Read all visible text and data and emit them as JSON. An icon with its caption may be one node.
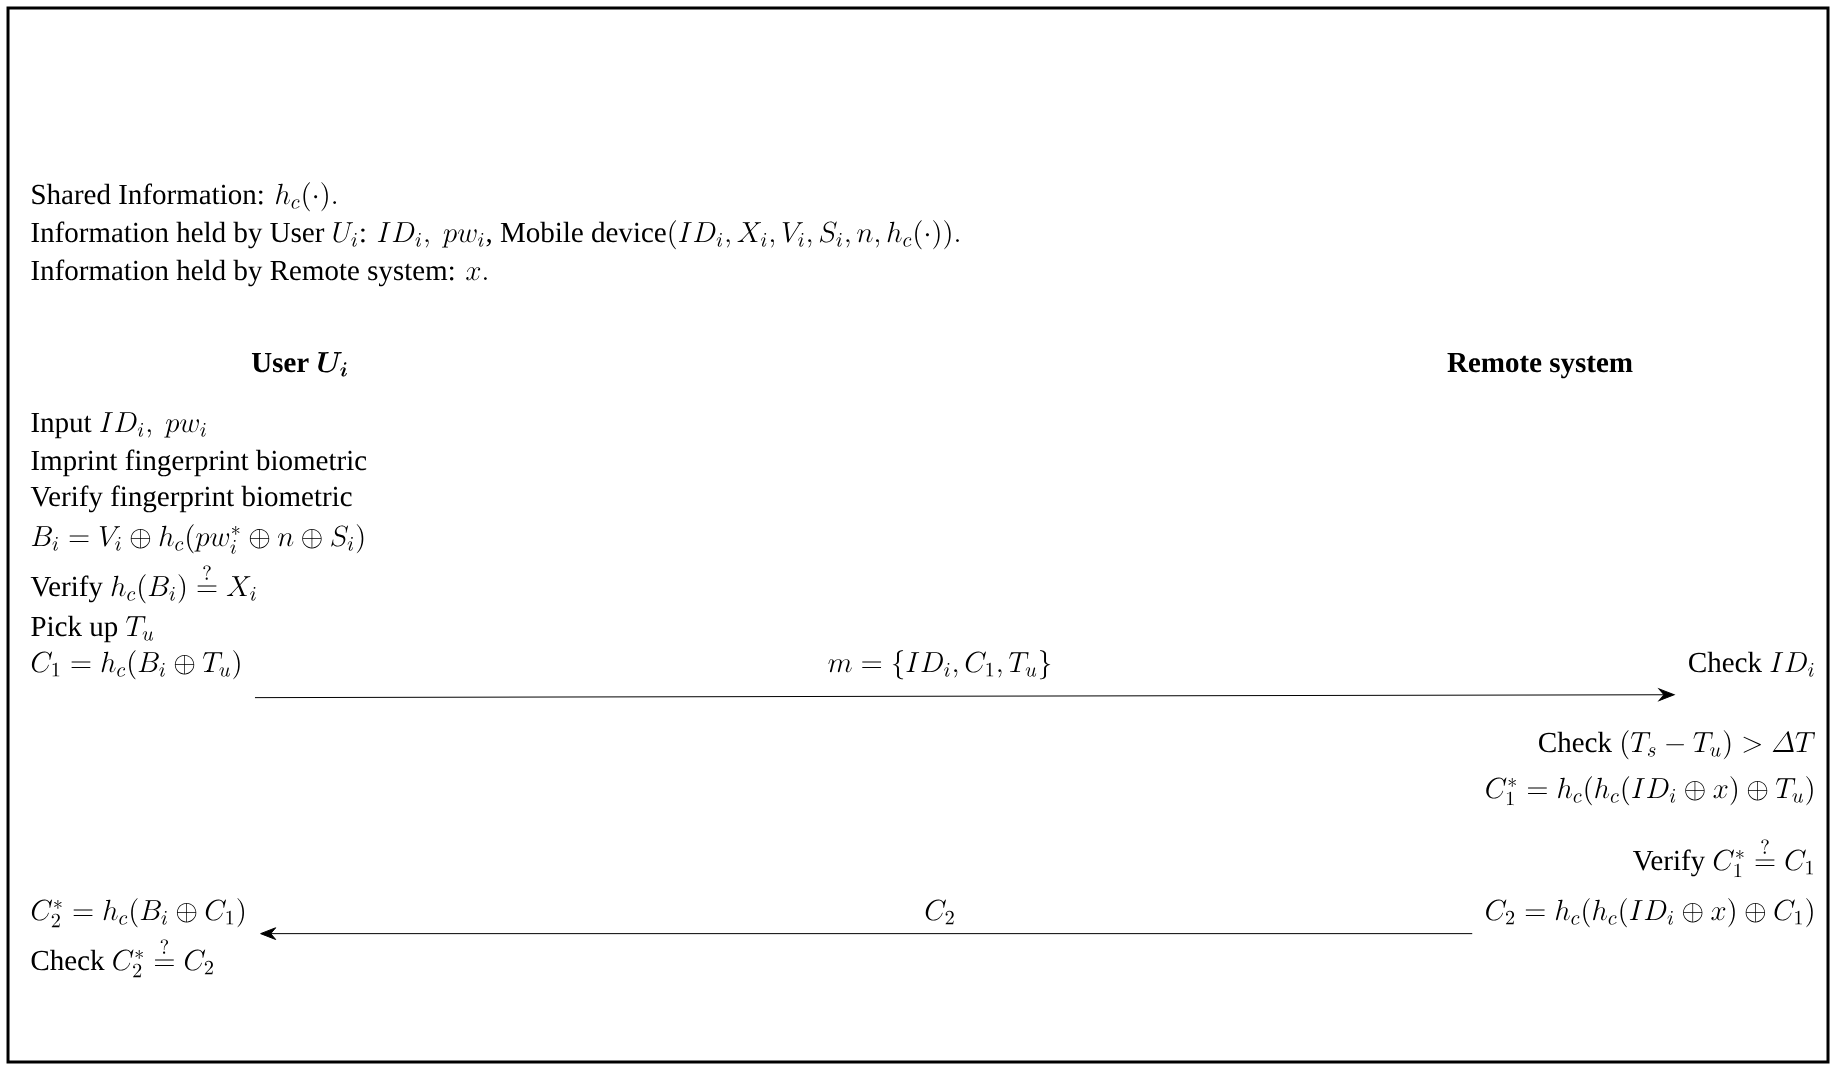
{
  "diagram": {
    "nodes": [
      {
        "text": [
          "C_1 = h_c(B_i \\oplus T_u)"
        ]
      },
      {
        "text": [
          "\\text{Check } ID_i"
        ]
      },
      {
        "text": [
          "C_2 = h_c(h_c(ID_i \\oplus x) \\oplus C_1)"
        ]
      },
      {
        "text": [
          "C_2^* = h_c(B_i \\oplus C_1)"
        ]
      }
    ],
    "edges": [
      {
        "from": 0,
        "to": 1,
        "arrow": "to",
        "label": "m = \\{ID_i, C_1, T_u\\}"
      },
      {
        "from": 2,
        "to": 3,
        "arrow": "to",
        "label": "C_2"
      }
    ],
    "labels": [
      "\\text{Shared Information: } h_c(\\cdot).",
      "\\text{Information held by User } U_i\\text{: } ID_i,\\ pw_i\\text{, Mobile device}(ID_i, X_i, V_i, S_i, n, h_c(\\cdot)).",
      "\\text{Information held by Remote system: } x.",
      "\\textbf{User } \\boldsymbol{U_i}",
      "\\textbf{Remote system}",
      "\\text{Input } ID_i,\\ pw_i",
      "\\text{Imprint fingerprint biometric}",
      "\\text{Verify fingerprint biometric}",
      "B_i = V_i \\oplus h_c(pw_i^* \\oplus n \\oplus S_i)",
      "\\text{Verify } h_c(B_i) \\stackrel{?}{=} X_i",
      "\\text{Pick up } T_u",
      "\\text{Check } (T_s - T_u) > \\varDelta T",
      "C_1^* = h_c(h_c(ID_i \\oplus x) \\oplus T_u)",
      "\\text{Verify } C_1^* \\stackrel{?}{=} C_1",
      "\\text{Check } C_2^* \\stackrel{?}{=} C_2"
    ]
  }
}
